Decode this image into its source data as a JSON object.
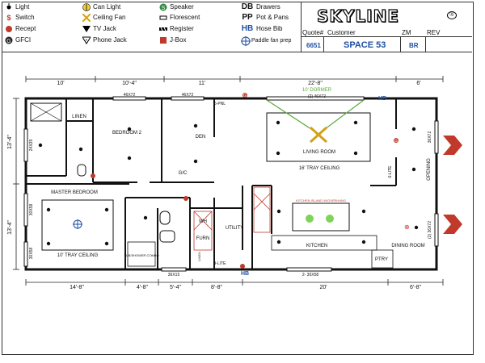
{
  "legend": [
    {
      "label": "Light",
      "icon": "light-icon"
    },
    {
      "label": "Switch",
      "icon": "switch-icon"
    },
    {
      "label": "Recept",
      "icon": "recept-icon"
    },
    {
      "label": "GFCI",
      "icon": "gfci-icon"
    },
    {
      "label": "Can Light",
      "icon": "can-light-icon"
    },
    {
      "label": "Ceiling Fan",
      "icon": "ceiling-fan-icon"
    },
    {
      "label": "TV Jack",
      "icon": "tv-jack-icon"
    },
    {
      "label": "Phone Jack",
      "icon": "phone-jack-icon"
    },
    {
      "label": "Speaker",
      "icon": "speaker-icon"
    },
    {
      "label": "Florescent",
      "icon": "florescent-icon"
    },
    {
      "label": "Register",
      "icon": "register-icon"
    },
    {
      "label": "J-Box",
      "icon": "jbox-icon"
    },
    {
      "label": "Drawers",
      "icon": "drawers-icon",
      "abbr": "DB"
    },
    {
      "label": "Pot & Pans",
      "icon": "pots-icon",
      "abbr": "PP"
    },
    {
      "label": "Hose Bib",
      "icon": "hose-bib-icon",
      "abbr": "HB"
    },
    {
      "label": "Paddle fan prep",
      "icon": "paddle-fan-icon"
    }
  ],
  "title": {
    "logo": "SKYLINE",
    "logo_mark": "®",
    "quote_label": "Quote#",
    "customer_label": "Customer",
    "zm": "ZM",
    "rev": "REV",
    "quote_no": "6651",
    "model": "SPACE 53",
    "br": "BR"
  },
  "plan": {
    "dims_top": [
      "10'",
      "10'-4\"",
      "11'",
      "22'-8\"",
      "6'"
    ],
    "dims_bottom": [
      "14'-8\"",
      "4'-8\"",
      "5'-4\"",
      "8'-8\"",
      "20'",
      "6'-8\""
    ],
    "dims_left": [
      "13'-4\"",
      "13'-4\""
    ],
    "rooms": {
      "linen": "LINEN",
      "bedroom2": "BEDROOM 2",
      "den": "DEN",
      "living": "LIVING ROOM",
      "living_ceiling": "16' TRAY CEILING",
      "master": "MASTER BEDROOM",
      "master_ceiling": "10' TRAY CEILING",
      "utility": "UTILITY",
      "kitchen": "KITCHEN",
      "dining": "DINING ROOM",
      "opening": "OPENING",
      "pantry": "PTRY",
      "tub": "TUB/SHOWER COMBO",
      "gc": "G/C",
      "wh": "WH",
      "furn": "FURN",
      "linen2": "LINEN",
      "island": "KITCHEN ISLAND W/OVERHANG"
    },
    "windows": {
      "w1": "46X72",
      "w2": "46X72",
      "dormer_title": "10' DORMER",
      "dormer_sub": "(2) 46X72",
      "pnl": "6-PNL",
      "lite6": "6-LITE",
      "lite9": "9-LITE",
      "right": "36X72",
      "right2": "(2) 36X72",
      "left1": "24X39",
      "left2": "30X58",
      "left3": "30X58",
      "bottom1": "36X15",
      "bottom2": "2- 30X58"
    },
    "markers": {
      "g": "G",
      "hb": "HB",
      "x": "⊗"
    }
  },
  "colors": {
    "accent": "#c0392b",
    "blue": "#1f4fa0",
    "dormer": "#5aaa3a",
    "island": "#7fd35a",
    "fan": "#d4a017"
  }
}
